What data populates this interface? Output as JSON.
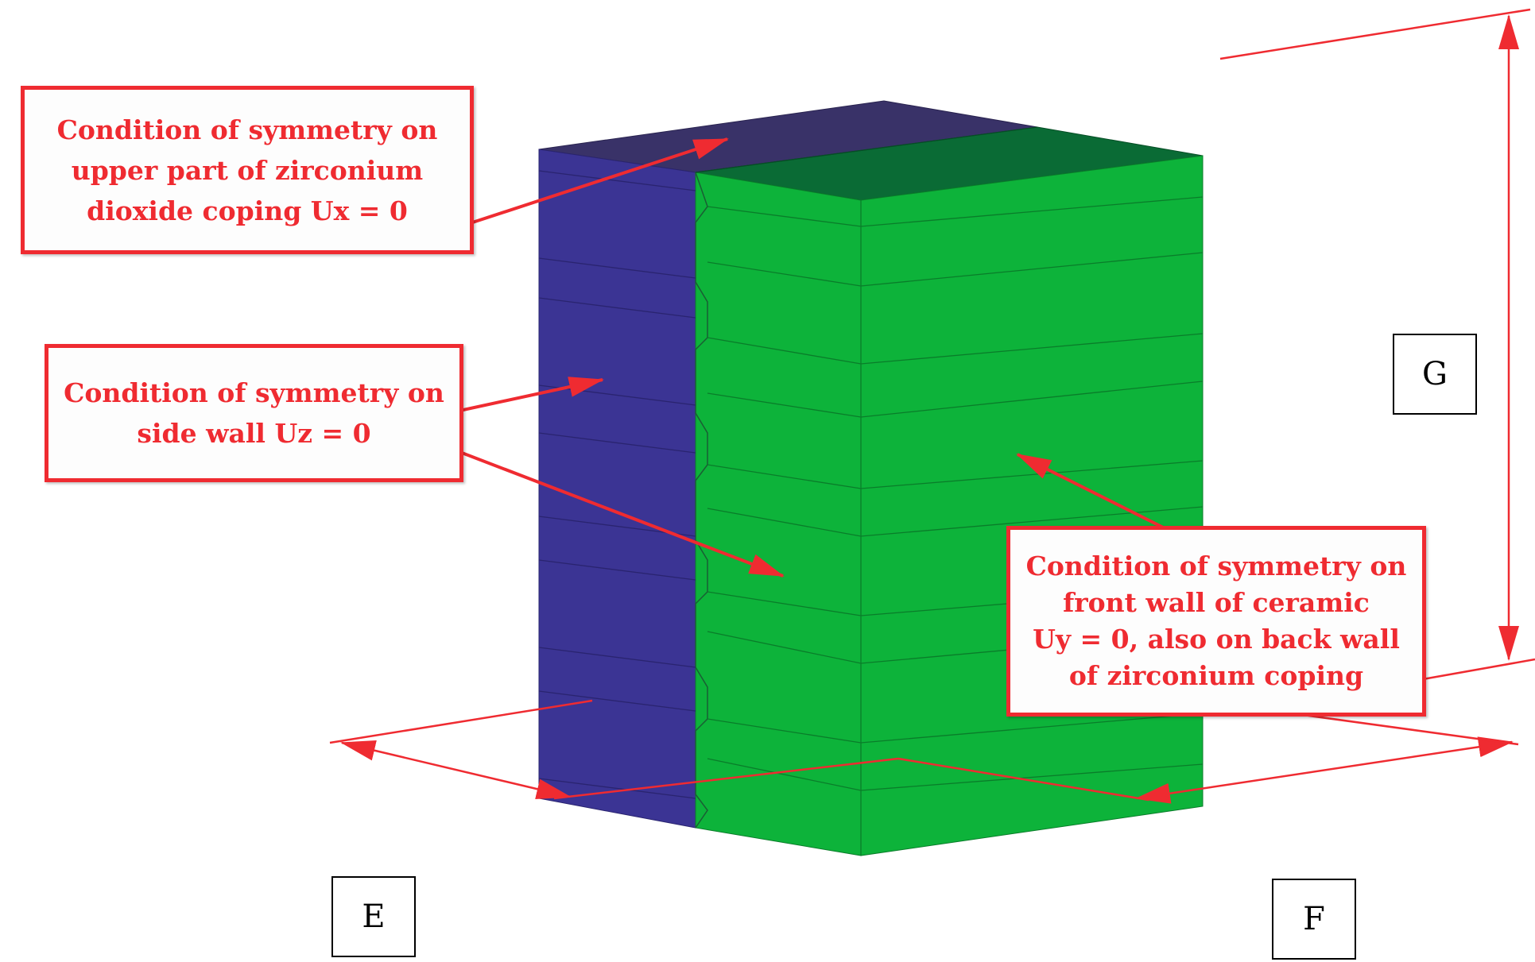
{
  "colors": {
    "blue_face": "#3b3494",
    "green_face": "#0db33a",
    "annotation_red": "#ef2b31"
  },
  "callouts": {
    "top": [
      "Condition of symmetry on",
      "upper part of zirconium",
      "dioxide coping Ux = 0"
    ],
    "side": [
      "Condition of symmetry on",
      "side wall Uz = 0"
    ],
    "front": [
      "Condition of symmetry on",
      "front wall of ceramic",
      "Uy = 0, also on back wall",
      "of zirconium coping"
    ]
  },
  "dimensions": {
    "e": "E",
    "f": "F",
    "g": "G"
  }
}
